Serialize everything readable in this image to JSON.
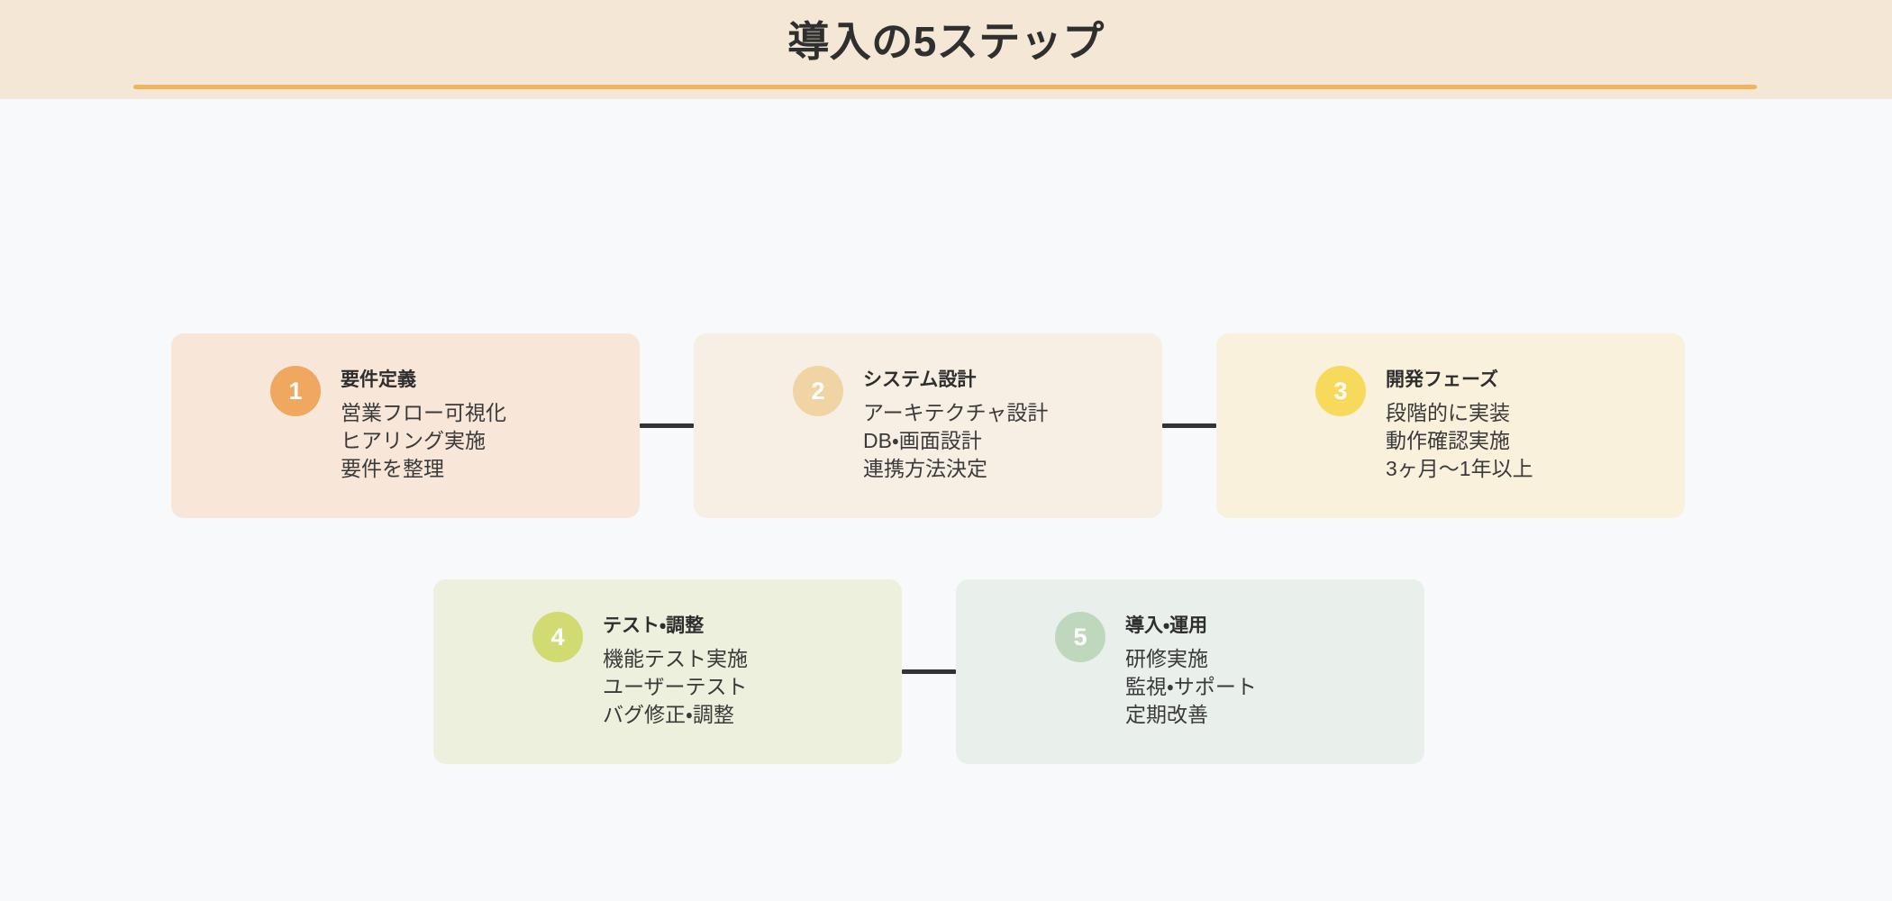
{
  "header": {
    "title": "導入の5ステップ",
    "accent_color": "#F0B45E",
    "band_color": "#F5E7D5"
  },
  "page": {
    "background_color": "#F7F9FB",
    "connector_color": "#333333"
  },
  "steps": [
    {
      "number": "1",
      "title": "要件定義",
      "lines": [
        "営業フロー可視化",
        "ヒアリング実施",
        "要件を整理"
      ],
      "card_color": "#F8E7D8",
      "badge_color": "#F0A860"
    },
    {
      "number": "2",
      "title": "システム設計",
      "lines": [
        "アーキテクチャ設計",
        "DB・画面設計",
        "連携方法決定"
      ],
      "card_color": "#F7EFE4",
      "badge_color": "#F1D4A4"
    },
    {
      "number": "3",
      "title": "開発フェーズ",
      "lines": [
        "段階的に実装",
        "動作確認実施",
        "3ヶ月〜1年以上"
      ],
      "card_color": "#F9F1DC",
      "badge_color": "#F7D95C"
    },
    {
      "number": "4",
      "title": "テスト・調整",
      "lines": [
        "機能テスト実施",
        "ユーザーテスト",
        "バグ修正・調整"
      ],
      "card_color": "#EDF0DC",
      "badge_color": "#D2DA72"
    },
    {
      "number": "5",
      "title": "導入・運用",
      "lines": [
        "研修実施",
        "監視・サポート",
        "定期改善"
      ],
      "card_color": "#E9EFEA",
      "badge_color": "#BFD7BD"
    }
  ]
}
